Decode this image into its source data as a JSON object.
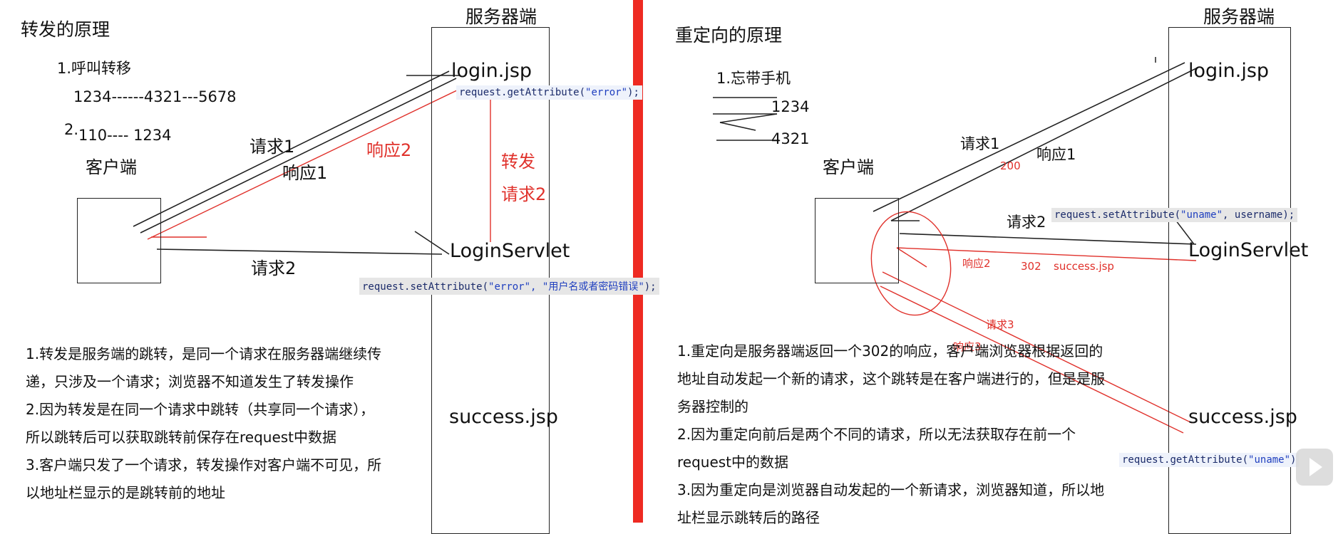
{
  "left": {
    "title": "转发的原理",
    "server_header": "服务器端",
    "example1": "1.呼叫转移",
    "example1_chain": "1234------4321---5678",
    "example2_num": "2.",
    "example2_chain": "110----  1234",
    "client_label": "客户端",
    "request1": "请求1",
    "response1": "响应1",
    "response2": "响应2",
    "forward": "转发",
    "forward_request2": "请求2",
    "request2": "请求2",
    "login_jsp": "login.jsp",
    "login_servlet": "LoginServlet",
    "success_jsp": "success.jsp",
    "code_get": {
      "obj": "request",
      "method": ".getAttribute(",
      "arg": "\"error\"",
      "end": ");"
    },
    "code_set": {
      "obj": "request",
      "method": ".setAttribute(",
      "arg": "\"error\", \"用户名或者密码错误\"",
      "end": ");"
    },
    "notes": [
      "1.转发是服务端的跳转，是同一个请求在服务器端继续传",
      "递，只涉及一个请求；浏览器不知道发生了转发操作",
      "2.因为转发是在同一个请求中跳转（共享同一个请求），",
      "所以跳转后可以获取跳转前保存在request中数据",
      "3.客户端只发了一个请求，转发操作对客户端不可见，所",
      "以地址栏显示的是跳转前的地址"
    ]
  },
  "right": {
    "title": "重定向的原理",
    "server_header": "服务器端",
    "example1": "1.忘带手机",
    "example1_a": "1234",
    "example1_b": "4321",
    "client_label": "客户端",
    "request1": "请求1",
    "response1": "响应1",
    "status200": "200",
    "request2": "请求2",
    "response2": "响应2",
    "status302": "302",
    "success_ref": "success.jsp",
    "request3": "请求3",
    "response3": "响应3",
    "login_jsp": "login.jsp",
    "login_servlet": "LoginServlet",
    "success_jsp": "success.jsp",
    "code_set": {
      "obj": "request",
      "method": ".setAttribute(",
      "arg": "\"uname\"",
      "end": ", username);"
    },
    "code_get": {
      "obj": "request",
      "method": ".getAttribute(",
      "arg": "\"uname\"",
      "end": ")"
    },
    "notes": [
      "1.重定向是服务器端返回一个302的响应，客户端浏览器根据返回的",
      "地址自动发起一个新的请求，这个跳转是在客户端进行的，但是是服",
      "务器控制的",
      "2.因为重定向前后是两个不同的请求，所以无法获取存在前一个",
      "request中的数据",
      "3.因为重定向是浏览器自动发起的一个新请求，浏览器知道，所以地",
      "址栏显示跳转后的路径"
    ]
  },
  "colors": {
    "separator": "#ee2a22",
    "annotation": "#e0312b",
    "ink": "#111111"
  }
}
